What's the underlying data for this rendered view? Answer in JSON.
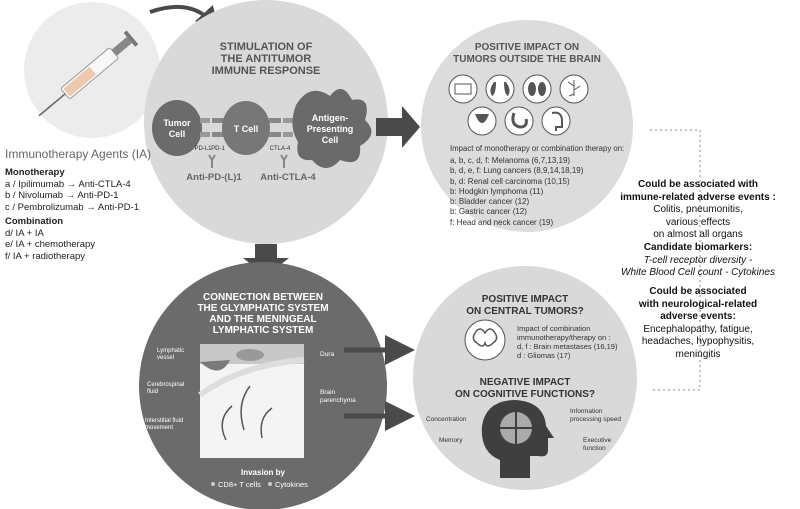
{
  "left": {
    "title": "Immunotherapy Agents (IA)",
    "monotherapy": {
      "heading": "Monotherapy",
      "items": [
        "a / Ipilimumab → Anti-CTLA-4",
        "b / Nivolumab → Anti-PD-1",
        "c / Pembrolizumab → Anti-PD-1"
      ]
    },
    "combination": {
      "heading": "Combination",
      "items": [
        "d/ IA + IA",
        "e/ IA + chemotherapy",
        "f/ IA + radiotherapy"
      ]
    }
  },
  "stimulation": {
    "title_lines": [
      "STIMULATION OF",
      "THE ANTITUMOR",
      "IMMUNE RESPONSE"
    ],
    "tumor_cell": [
      "Tumor",
      "Cell"
    ],
    "t_cell": "T Cell",
    "apc": [
      "Antigen-",
      "Presenting",
      "Cell"
    ],
    "pdl1": "PD-L1",
    "pd1": "PD-1",
    "ctla4": "CTLA-4",
    "anti_pdl1": "Anti-PD-(L)1",
    "anti_ctla4": "Anti-CTLA-4"
  },
  "outside": {
    "title_lines": [
      "POSITIVE IMPACT ON",
      "TUMORS OUTSIDE THE BRAIN"
    ],
    "intro": "Impact of monotherapy or combination therapy on:",
    "refs": [
      "a, b, c, d, f: Melanoma (6,7,13,19)",
      "b, d, e, f: Lung cancers (8,9,14,18,19)",
      "b, d: Renal cell carcinoma (10,15)",
      "b: Hodgkin lymphoma (11)",
      "b: Bladder cancer (12)",
      "b: Gastric cancer (12)",
      "f: Head and neck cancer (19)"
    ],
    "icons": [
      "skin-icon",
      "lungs-icon",
      "kidneys-icon",
      "lymph-node-icon",
      "bladder-icon",
      "stomach-icon",
      "head-icon"
    ]
  },
  "glymphatic": {
    "title_lines": [
      "CONNECTION BETWEEN",
      "THE GLYMPHATIC SYSTEM",
      "AND THE MENINGEAL",
      "LYMPHATIC SYSTEM"
    ],
    "lymphatic_vessel": [
      "Lymphatic",
      "vessel"
    ],
    "csf": [
      "Cerebrospinal",
      "fluid"
    ],
    "interstitial": [
      "Interstitial fluid",
      "movement"
    ],
    "dura": "Dura",
    "parenchyma": [
      "Brain",
      "parenchyma"
    ],
    "invasion_title": "Invasion by",
    "cd8": "CD8+ T cells",
    "cytokines": "Cytokines"
  },
  "central": {
    "title_lines": [
      "POSITIVE IMPACT",
      "ON CENTRAL TUMORS?"
    ],
    "text_lines": [
      "Impact of combination",
      "immunotherapy/therapy on :",
      "d, f : Brain metastases (16,19)",
      "d : Gliomas (17)"
    ],
    "neg_title_lines": [
      "NEGATIVE IMPACT",
      "ON COGNITIVE FUNCTIONS?"
    ],
    "concentration": "Concentration",
    "info_speed": [
      "Information",
      "processing speed"
    ],
    "memory": "Memory",
    "executive": [
      "Executive",
      "function"
    ]
  },
  "right": {
    "immune_title": [
      "Could be associated with",
      "immune-related adverse events :"
    ],
    "immune_text": [
      "Colitis, pneumonitis,",
      "various effects",
      "on almost all organs"
    ],
    "biomarkers_title": "Candidate biomarkers:",
    "biomarkers_text": [
      "T-cell receptor diversity -",
      "White Blood Cell count - Cytokines"
    ],
    "neuro_title": [
      "Could be associated",
      "with neurological-related",
      "adverse events:"
    ],
    "neuro_text": [
      "Encephalopathy, fatigue,",
      "headaches, hypophysitis,",
      "meningitis"
    ]
  },
  "colors": {
    "circle_light": "#dcdcdc",
    "circle_dark": "#6e6e6e",
    "arrow": "#4a4a4a",
    "text_dark": "#222222"
  }
}
